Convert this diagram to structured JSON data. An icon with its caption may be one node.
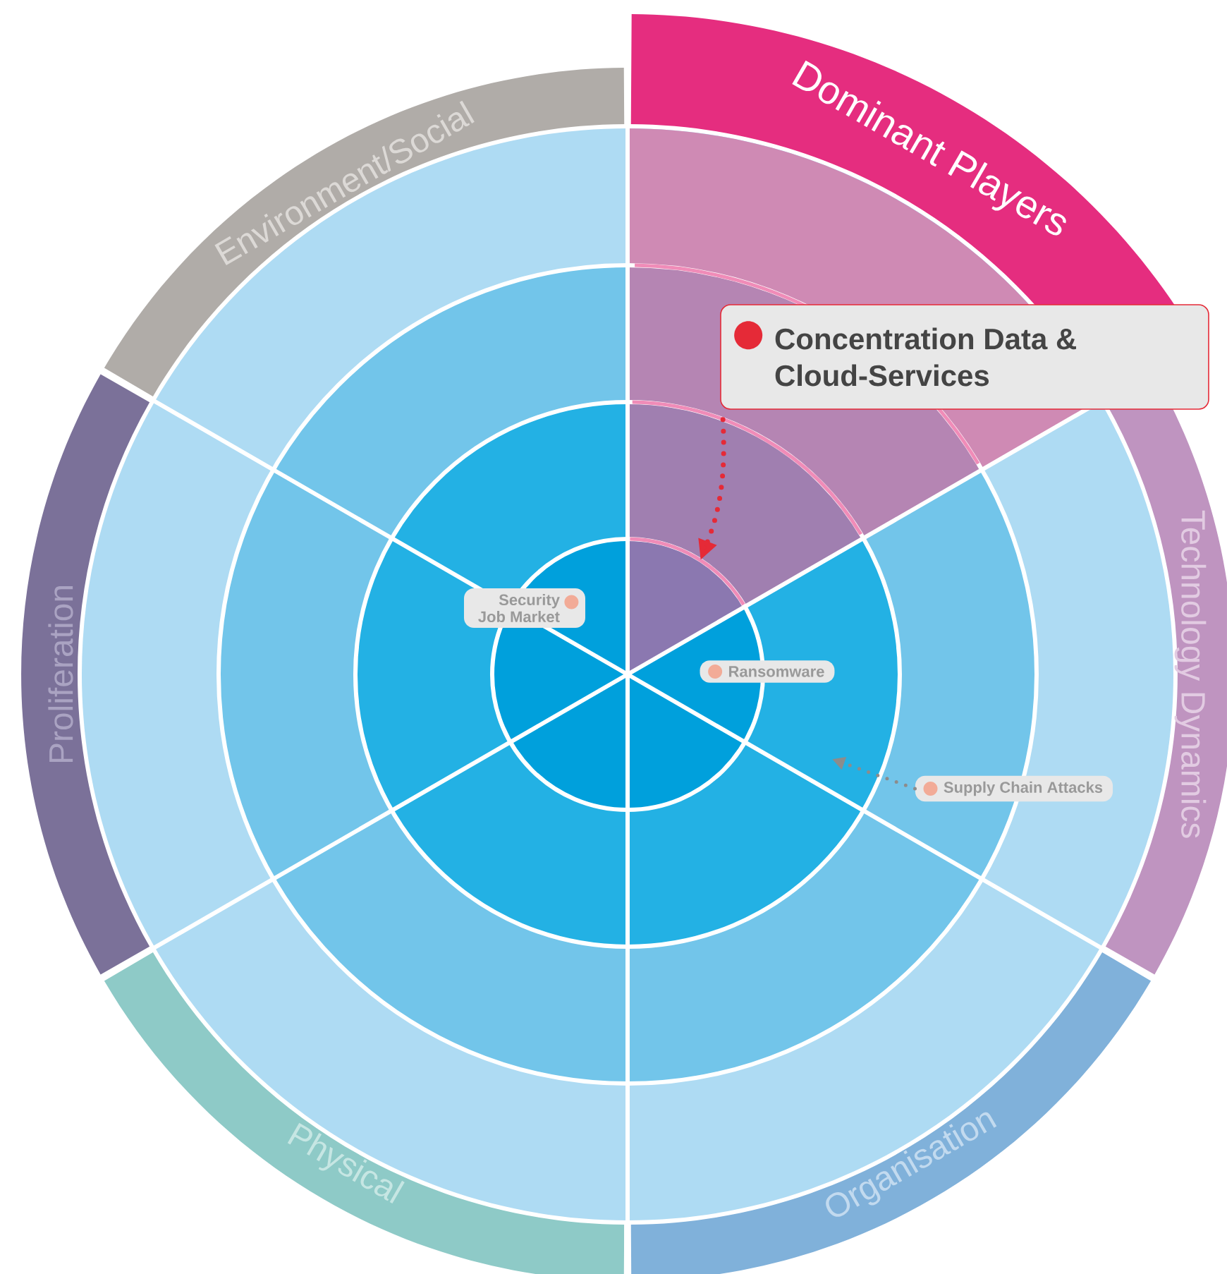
{
  "diagram": {
    "nodes": [
      {
        "text": [
          "Dominant Players"
        ]
      },
      {
        "text": [
          "Technology Dynamics"
        ]
      },
      {
        "text": [
          "Organisation"
        ]
      },
      {
        "text": [
          "Physical"
        ]
      },
      {
        "text": [
          "Proliferation"
        ]
      },
      {
        "text": [
          "Environment/Social"
        ]
      },
      {
        "text": [
          "Concentration Data & Cloud-Services"
        ]
      },
      {
        "text": [
          "Security Job Market"
        ]
      },
      {
        "text": [
          "Ransomware"
        ]
      },
      {
        "text": [
          "Supply Chain Attacks"
        ]
      },
      {
        "text": [],
        "shape": "circle"
      }
    ],
    "edges": [
      {
        "from": 6,
        "to": 10,
        "arrow": "to",
        "color": "#e52a37"
      },
      {
        "from": 9,
        "to": null,
        "arrow": "to",
        "color": "#8c8c8c"
      }
    ]
  }
}
